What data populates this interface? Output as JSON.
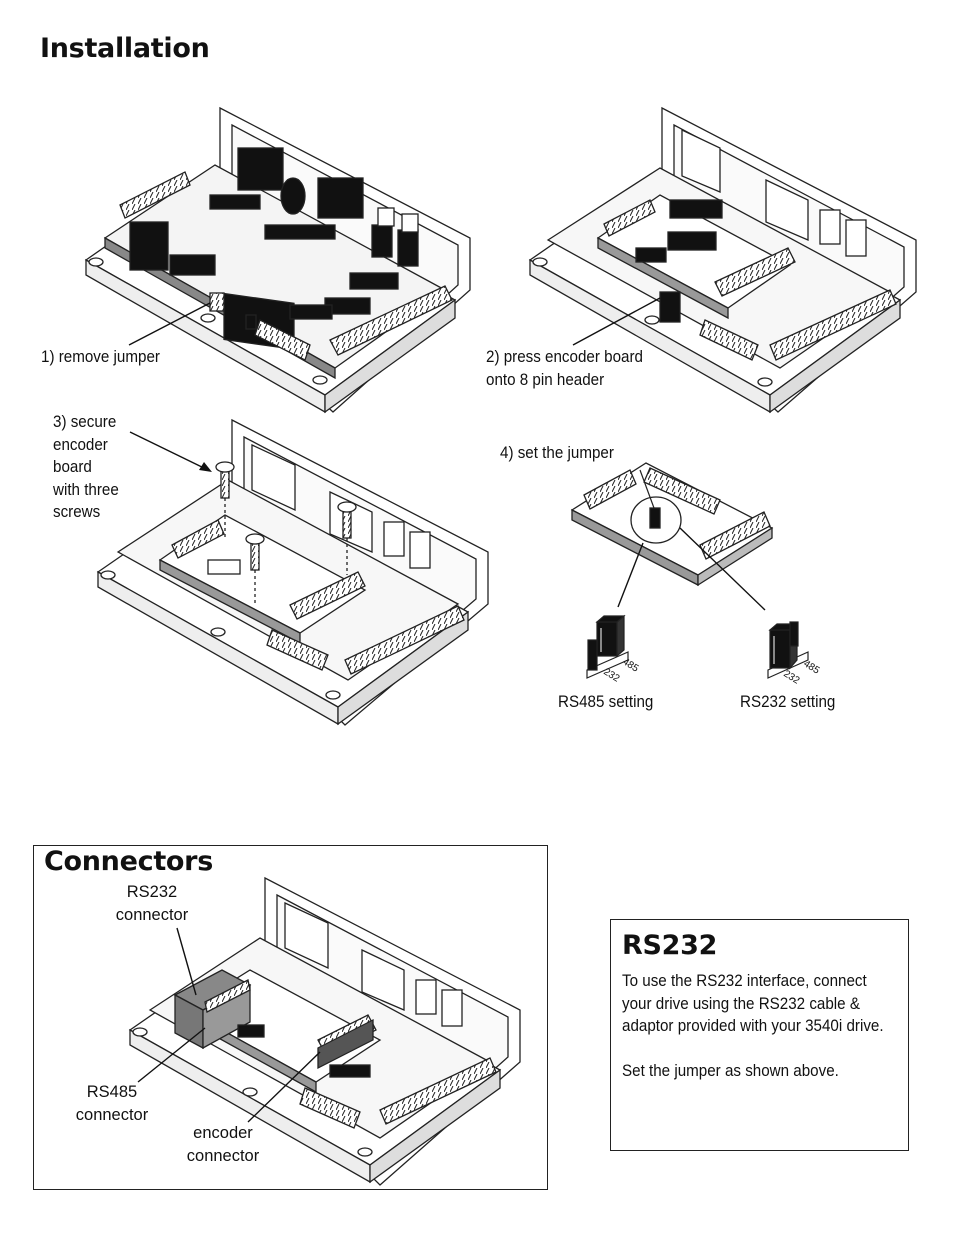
{
  "installation": {
    "title": "Installation",
    "step1": "1) remove jumper",
    "step2_line1": "2) press encoder board",
    "step2_line2": "onto 8 pin header",
    "step3_lines": [
      "3) secure",
      "encoder",
      "board",
      "with three",
      "screws"
    ],
    "step4": "4) set the jumper",
    "rs485_setting": "RS485 setting",
    "rs232_setting": "RS232 setting",
    "jumper_mark_485": "485",
    "jumper_mark_232": "232"
  },
  "connectors": {
    "title": "Connectors",
    "rs232_line1": "RS232",
    "rs232_line2": "connector",
    "rs485_line1": "RS485",
    "rs485_line2": "connector",
    "encoder_line1": "encoder",
    "encoder_line2": "connector"
  },
  "rs232_box": {
    "title": "RS232",
    "paragraph1": "To use the RS232 interface, connect your drive using the RS232 cable & adaptor provided with your 3540i drive.",
    "paragraph2": "Set the jumper as shown above."
  }
}
